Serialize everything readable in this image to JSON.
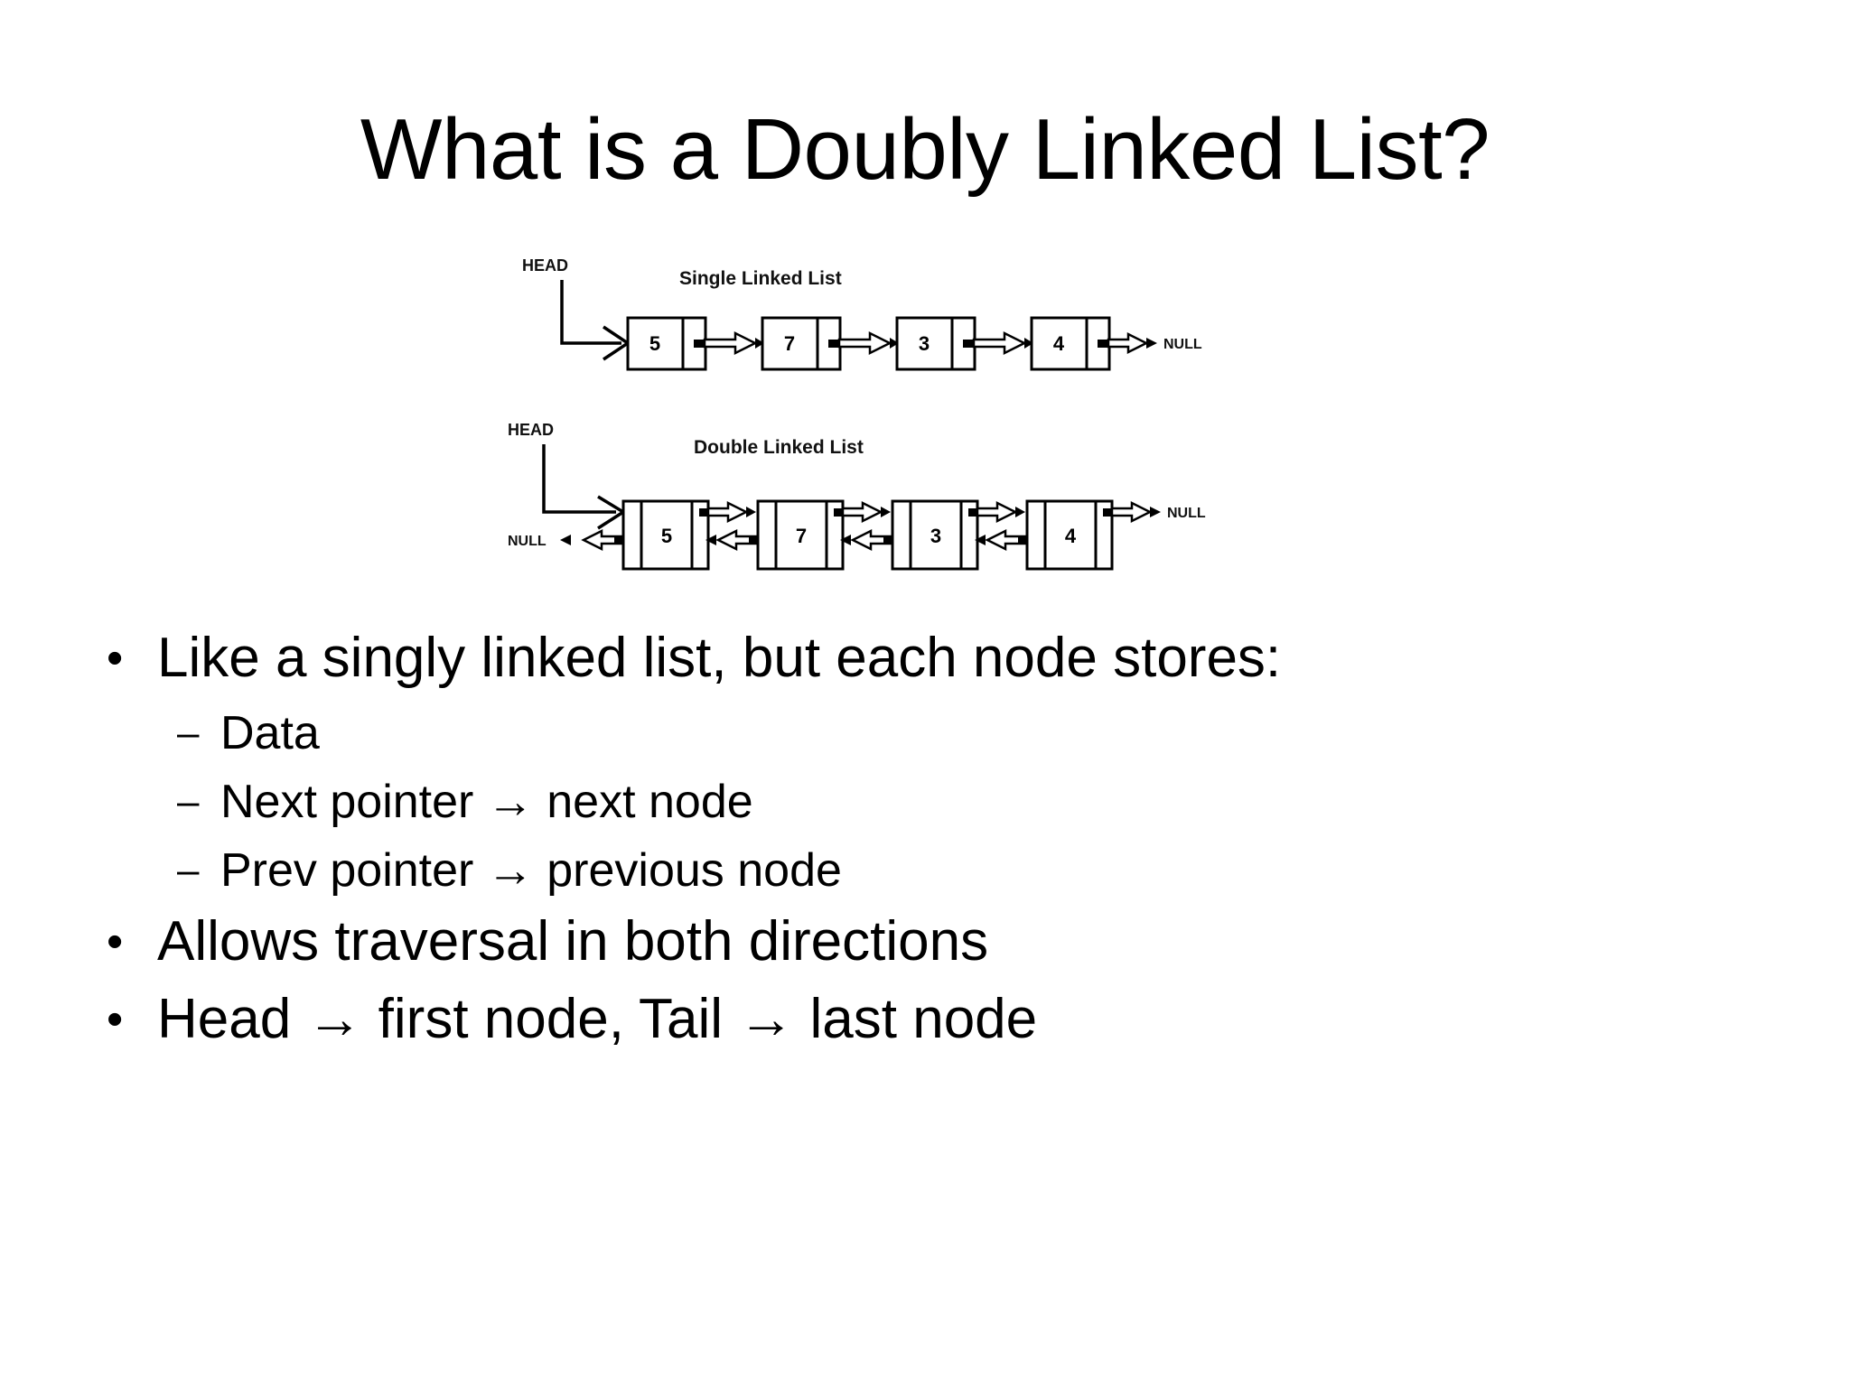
{
  "slide": {
    "title": "What is a Doubly Linked List?",
    "background_color": "#ffffff",
    "text_color": "#000000"
  },
  "diagram": {
    "name": "linked-list-comparison-diagram",
    "single": {
      "title": "Single Linked List",
      "head_label": "HEAD",
      "nodes": [
        "5",
        "7",
        "3",
        "4"
      ],
      "tail_label": "NULL"
    },
    "double": {
      "title": "Double Linked List",
      "head_label": "HEAD",
      "nodes": [
        "5",
        "7",
        "3",
        "4"
      ],
      "head_null_label": "NULL",
      "tail_null_label": "NULL"
    }
  },
  "bullets": [
    {
      "level": 1,
      "marker": "•",
      "text": "Like a singly linked list, but each node stores:"
    },
    {
      "level": 2,
      "marker": "–",
      "text": "Data"
    },
    {
      "level": 2,
      "marker": "–",
      "text": "Next pointer → next node"
    },
    {
      "level": 2,
      "marker": "–",
      "text": "Prev pointer → previous node"
    },
    {
      "level": 1,
      "marker": "•",
      "text": "Allows traversal in both directions"
    },
    {
      "level": 1,
      "marker": "•",
      "text": "Head → first node, Tail → last node"
    }
  ]
}
